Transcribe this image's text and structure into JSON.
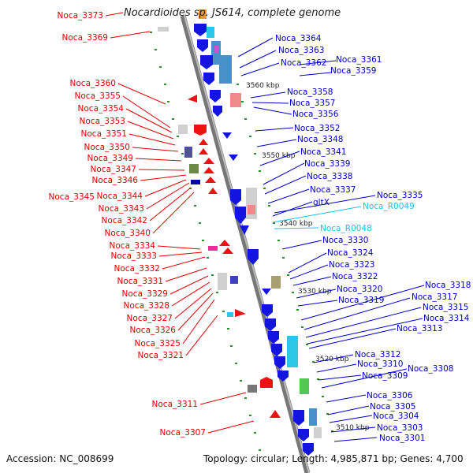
{
  "title": "Nocardioides sp. JS614, complete genome",
  "footer": {
    "accession": "Accession: NC_008699",
    "topology": "Topology: circular; Length: 4,985,871 bp; Genes: 4,700"
  },
  "scale": {
    "k3560": "3560 kbp",
    "k3550": "3550 kbp",
    "k3540": "3540 kbp",
    "k3530": "3530 kbp",
    "k3520": "3520 kbp",
    "k3510": "3510 kbp"
  },
  "left_labels": [
    "Noca_3373",
    "Noca_3369",
    "Noca_3360",
    "Noca_3355",
    "Noca_3354",
    "Noca_3353",
    "Noca_3351",
    "Noca_3350",
    "Noca_3349",
    "Noca_3347",
    "Noca_3346",
    "Noca_3345",
    "Noca_3344",
    "Noca_3343",
    "Noca_3342",
    "Noca_3340",
    "Noca_3334",
    "Noca_3333",
    "Noca_3332",
    "Noca_3331",
    "Noca_3329",
    "Noca_3328",
    "Noca_3327",
    "Noca_3326",
    "Noca_3325",
    "Noca_3321",
    "Noca_3311",
    "Noca_3307"
  ],
  "right_labels": [
    "Noca_3364",
    "Noca_3363",
    "Noca_3362",
    "Noca_3361",
    "Noca_3359",
    "Noca_3358",
    "Noca_3357",
    "Noca_3356",
    "Noca_3352",
    "Noca_3348",
    "Noca_3341",
    "Noca_3339",
    "Noca_3338",
    "Noca_3337",
    "Noca_3335",
    "gltX",
    "Noca_R0049",
    "Noca_R0048",
    "Noca_3330",
    "Noca_3324",
    "Noca_3323",
    "Noca_3322",
    "Noca_3320",
    "Noca_3319",
    "Noca_3318",
    "Noca_3317",
    "Noca_3315",
    "Noca_3314",
    "Noca_3313",
    "Noca_3312",
    "Noca_3310",
    "Noca_3309",
    "Noca_3308",
    "Noca_3306",
    "Noca_3305",
    "Noca_3304",
    "Noca_3303",
    "Noca_3301"
  ],
  "colors": {
    "backbone": "#8a8a8a",
    "forward_label": "#e00000",
    "reverse_label": "#0000c8",
    "rna_label": "#22bde9",
    "tick_dots": "#2e8b2e"
  }
}
